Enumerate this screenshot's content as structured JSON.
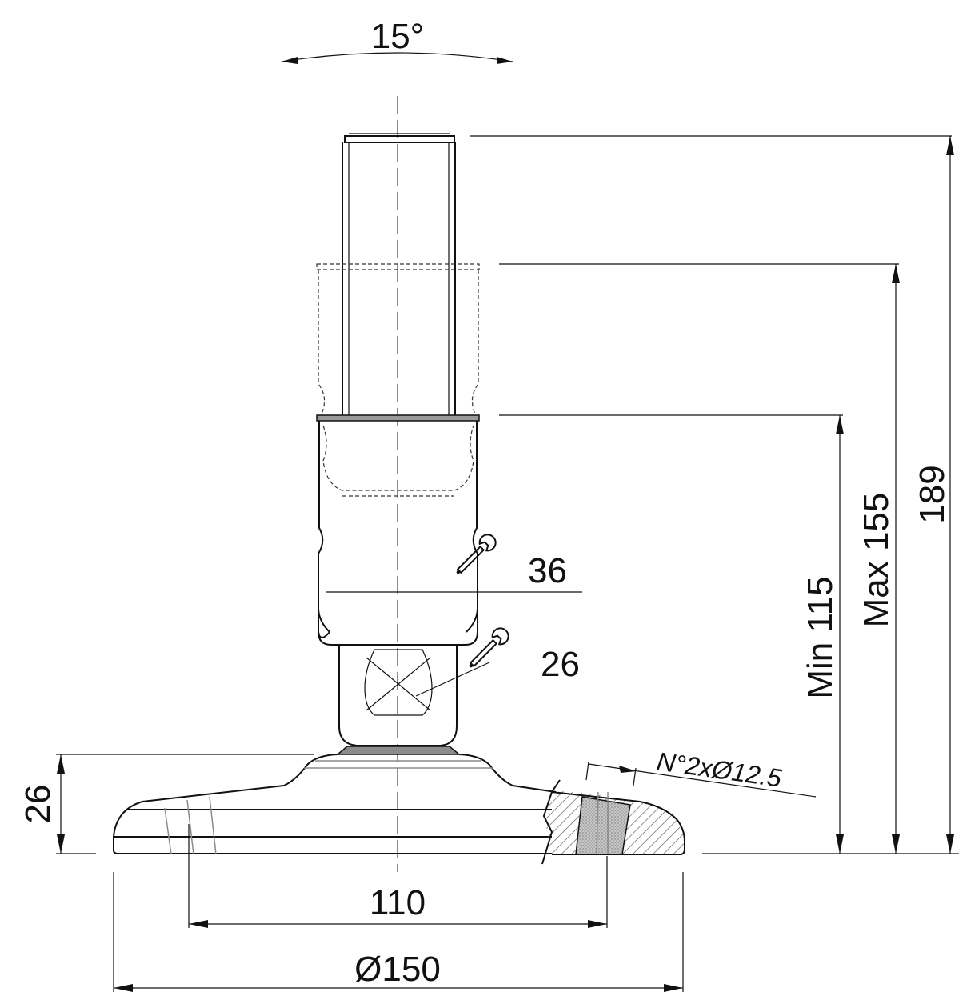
{
  "drawing": {
    "angle_label": "15°",
    "dim_total_height": "189",
    "dim_max_height": "Max 155",
    "dim_min_height": "Min 115",
    "dim_base_height": "26",
    "dim_hole_spacing": "110",
    "dim_base_diameter": "Ø150",
    "wrench_upper_size": "36",
    "wrench_lower_size": "26",
    "holes_note": "N°2xØ12.5"
  },
  "colors": {
    "line": "#111111",
    "hatch": "#555555",
    "centerline": "#666666",
    "rubber_fill": "#8c8c8c",
    "hole_fill": "#bdbdbd"
  }
}
